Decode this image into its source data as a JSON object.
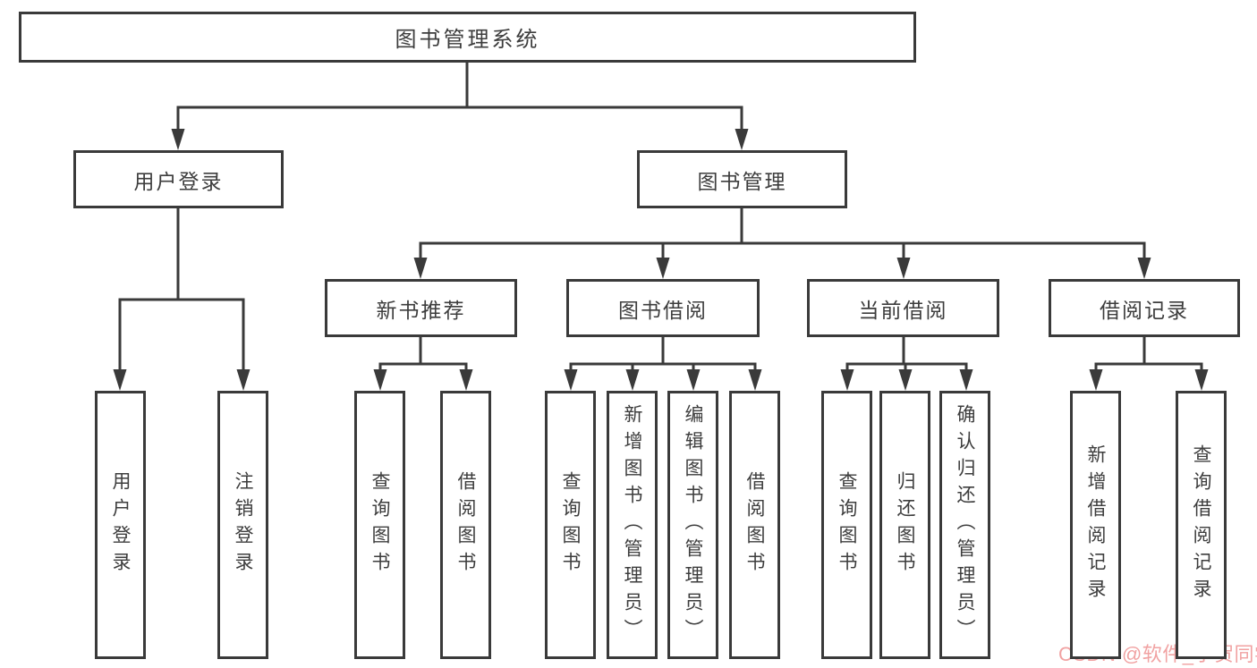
{
  "colors": {
    "line": "#3a3a3a",
    "text": "#3d3d3d",
    "watermark": "#f1a2a2",
    "bg": "#ffffff"
  },
  "watermark": {
    "text": "CSDN @软件_小贺同学"
  },
  "tree": {
    "label": "图书管理系统",
    "children": [
      {
        "label": "用户登录",
        "children": [
          {
            "label": "用户登录"
          },
          {
            "label": "注销登录"
          }
        ]
      },
      {
        "label": "图书管理",
        "children": [
          {
            "label": "新书推荐",
            "children": [
              {
                "label": "查询图书"
              },
              {
                "label": "借阅图书"
              }
            ]
          },
          {
            "label": "图书借阅",
            "children": [
              {
                "label": "查询图书"
              },
              {
                "label": "新增图书（管理员）"
              },
              {
                "label": "编辑图书（管理员）"
              },
              {
                "label": "借阅图书"
              }
            ]
          },
          {
            "label": "当前借阅",
            "children": [
              {
                "label": "查询图书"
              },
              {
                "label": "归还图书"
              },
              {
                "label": "确认归还（管理员）"
              }
            ]
          },
          {
            "label": "借阅记录",
            "children": [
              {
                "label": "新增借阅记录"
              },
              {
                "label": "查询借阅记录"
              }
            ]
          }
        ]
      }
    ]
  }
}
